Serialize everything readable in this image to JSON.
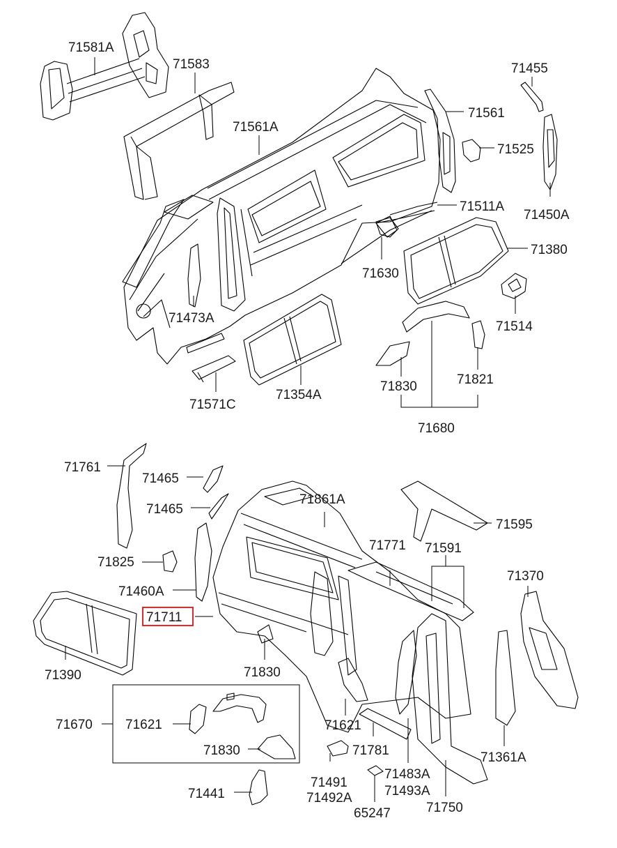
{
  "diagram": {
    "highlight_color": "#e01010",
    "line_color": "#000000",
    "highlighted_part": "71711",
    "labels": [
      "71581A",
      "71583",
      "71561A",
      "71455",
      "71561",
      "71525",
      "71450A",
      "71511A",
      "71380",
      "71630",
      "71514",
      "71473A",
      "71354A",
      "71571C",
      "71830",
      "71821",
      "71680",
      "71761",
      "71465",
      "71465",
      "71861A",
      "71595",
      "71771",
      "71591",
      "71825",
      "71370",
      "71460A",
      "71711",
      "71390",
      "71830",
      "71621",
      "71670",
      "71621",
      "71830",
      "71781",
      "71361A",
      "71491",
      "71492A",
      "71483A",
      "71493A",
      "71441",
      "65247",
      "71750"
    ]
  }
}
